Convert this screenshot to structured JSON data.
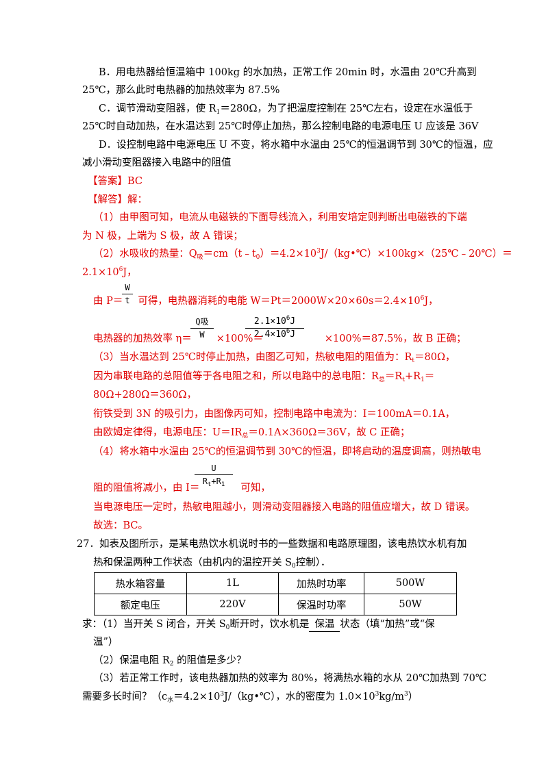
{
  "option_b": {
    "line1": "B．用电热器给恒温箱中 100kg 的水加热，正常工作 20min 时，水温由 20℃升高到",
    "line2": "25℃，那么此时电热器的加热效率为 87.5%"
  },
  "option_c": {
    "line1_a": "C．调节滑动变阻器，使 R",
    "line1_sub": "1",
    "line1_b": "＝280Ω，为了把温度控制在 25℃左右，设定在水温低于",
    "line2": "25℃时自动加热，在水温达到 25℃时停止加热，那么控制电路的电源电压 U 应该是 36V"
  },
  "option_d": {
    "line1": "D．设控制电路中电源电压 U 不变，将水箱中水温由 25℃的恒温调节到 30℃的恒温，应",
    "line2": "减小滑动变阻器接入电路中的阻值"
  },
  "answer": {
    "label": "【答案】",
    "value": "BC"
  },
  "analysis": {
    "label": "【解答】",
    "intro": "解：",
    "p1_line1": "（1）由甲图可知，电流从电磁铁的下面导线流入，利用安培定则判断出电磁铁的下端",
    "p1_line2": "为 N 极，上端为 S 极，故 A 错误；",
    "p2_line1_a": "（2）水吸收的热量：Q",
    "p2_line1_sub1": "吸",
    "p2_line1_b": "＝cm（t﹣t",
    "p2_line1_sub2": "0",
    "p2_line1_c": "）＝4.2×10",
    "p2_line1_sup1": "3",
    "p2_line1_d": "J/（kg•℃）×100kg×（25℃﹣20℃）＝",
    "p2_line2_a": "2.1×10",
    "p2_line2_sup": "6",
    "p2_line2_b": "J，",
    "frac_p_num": "W",
    "frac_p_den": "t",
    "p2_line3_a": "由 P＝",
    "p2_line3_b": "可得，电热器消耗的电能 W＝Pt＝2000W×20×60s＝2.4×10",
    "p2_line3_sup": "6",
    "p2_line3_c": "J，",
    "frac_eta1_num": "Q吸",
    "frac_eta1_den": "W",
    "frac_eta2_num_a": "2.1×10",
    "frac_eta2_num_sup": "6",
    "frac_eta2_num_b": "J",
    "frac_eta2_den_a": "2.4×10",
    "frac_eta2_den_sup": "6",
    "frac_eta2_den_b": "J",
    "p2_line4_a": "电热器的加热效率 η＝",
    "p2_line4_b": "×100%＝",
    "p2_line4_c": "×100%＝87.5%，故 B 正确；",
    "p3_line1_a": "（3）当水温达到 25℃时停止加热，由图乙可知，热敏电阻的阻值为：R",
    "p3_line1_sub": "t",
    "p3_line1_b": "＝80Ω，",
    "p3_line2_a": "因为串联电路的总阻值等于各电阻之和，所以电路中的总电阻：R",
    "p3_line2_sub1": "总",
    "p3_line2_b": "＝R",
    "p3_line2_sub2": "t",
    "p3_line2_c": "+R",
    "p3_line2_sub3": "1",
    "p3_line2_d": "＝",
    "p3_line3": "80Ω+280Ω＝360Ω，",
    "p3_line4": "衔铁受到 3N 的吸引力，由图像丙可知，控制电路中电流为：I＝100mA＝0.1A，",
    "p3_line5_a": "由欧姆定律得，电源电压：U＝IR",
    "p3_line5_sub": "总",
    "p3_line5_b": "＝0.1A×360Ω＝36V，故 C 正确；",
    "p4_line1": "（4）将水箱中水温由 25℃的恒温调节到 30℃的恒温，即将启动的温度调高，则热敏电",
    "frac_i_num": "U",
    "frac_i_den_a": "R",
    "frac_i_den_sub1": "t",
    "frac_i_den_b": "+R",
    "frac_i_den_sub2": "1",
    "p4_line2_a": "阻的阻值将减小，由 I＝",
    "p4_line2_b": "可知，",
    "p4_line3": "当电源电压一定时，热敏电阻越小，则滑动变阻器接入电路的阻值应增大，故 D 错误。",
    "conclusion": "故选：BC。"
  },
  "q27": {
    "line1": "27．如表及图所示，是某电热饮水机说时书的一些数据和电路原理图，该电热饮水机有加",
    "line2_a": "热和保温两种工作状态（由机内的温控开关 S",
    "line2_sub": "0",
    "line2_b": "控制）．",
    "table": {
      "rows": [
        [
          "热水箱容量",
          "1L",
          "加热时功率",
          "500W"
        ],
        [
          "额定电压",
          "220V",
          "保温时功率",
          "50W"
        ]
      ]
    },
    "s1_a": "求：（1）当开关 S 闭合，开关 S",
    "s1_sub": "0",
    "s1_b": "断开时，饮水机是",
    "s1_blank": "保温",
    "s1_c": "状态（填“加热”或“保",
    "s1_line2": "温”）",
    "s2_a": "（2）保温电阻 R",
    "s2_sub": "2",
    "s2_b": " 的阻值是多少？",
    "s3_line1": "（3）若正常工作时，该电热器加热的效率为 80%，将满热水箱的水从 20℃加热到 70℃",
    "s3_line2_a": "需要多长时间？（c",
    "s3_line2_sub": "水",
    "s3_line2_b": "＝4.2×10",
    "s3_line2_sup1": "3",
    "s3_line2_c": "J/（kg•℃），水的密度为 1.0×10",
    "s3_line2_sup2": "3",
    "s3_line2_d": "kg/m",
    "s3_line2_sup3": "3",
    "s3_line2_e": "）"
  }
}
